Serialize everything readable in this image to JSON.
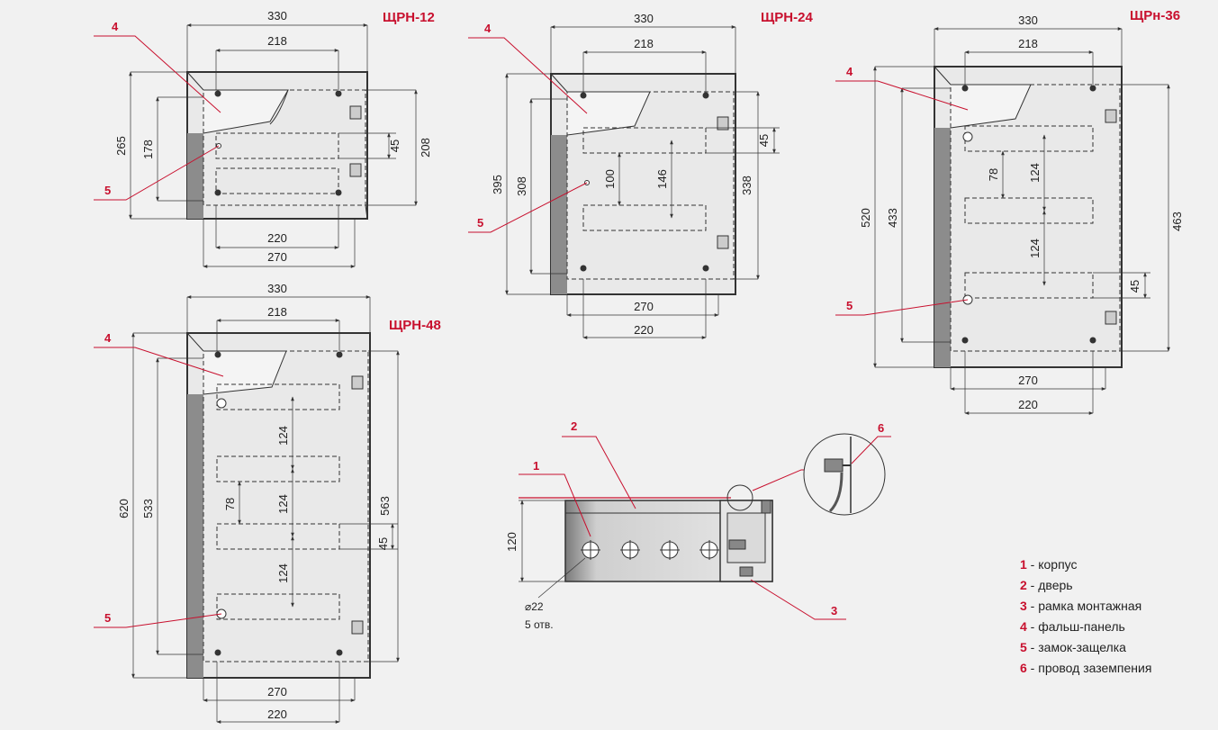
{
  "models": {
    "shrn12": {
      "title": "ЩРН-12",
      "w": "330",
      "w_inner": "218",
      "w_270": "270",
      "w_220": "220",
      "h": "265",
      "h_inner": "178",
      "h_right": "208",
      "h_45": "45",
      "c4": "4",
      "c5": "5"
    },
    "shrn24": {
      "title": "ЩРН-24",
      "w": "330",
      "w_inner": "218",
      "w_270": "270",
      "w_220": "220",
      "h": "395",
      "h_inner": "308",
      "h_right": "338",
      "h_45": "45",
      "h_100": "100",
      "h_146": "146",
      "c4": "4",
      "c5": "5"
    },
    "shrn36": {
      "title": "ЩРн-36",
      "w": "330",
      "w_inner": "218",
      "w_270": "270",
      "w_220": "220",
      "h": "520",
      "h_inner": "433",
      "h_right": "463",
      "h_45": "45",
      "h_78": "78",
      "h_124a": "124",
      "h_124b": "124",
      "c4": "4",
      "c5": "5"
    },
    "shrn48": {
      "title": "ЩРН-48",
      "w": "330",
      "w_inner": "218",
      "w_270": "270",
      "w_220": "220",
      "h": "620",
      "h_inner": "533",
      "h_right": "563",
      "h_45": "45",
      "h_78": "78",
      "h_124a": "124",
      "h_124b": "124",
      "h_124c": "124",
      "c4": "4",
      "c5": "5"
    }
  },
  "section": {
    "h_120": "120",
    "hole_d": "⌀22",
    "hole_count": "5 отв.",
    "c1": "1",
    "c2": "2",
    "c3": "3",
    "c6": "6"
  },
  "legend": [
    {
      "num": "1",
      "text": " - корпус"
    },
    {
      "num": "2",
      "text": " - дверь"
    },
    {
      "num": "3",
      "text": " - рамка монтажная"
    },
    {
      "num": "4",
      "text": " - фальш-панель"
    },
    {
      "num": "5",
      "text": " - замок-защелка"
    },
    {
      "num": "6",
      "text": " - провод заземпения"
    }
  ],
  "colors": {
    "accent": "#c8102e",
    "line": "#333333",
    "dim": "#444444",
    "background": "#f1f1f1"
  }
}
